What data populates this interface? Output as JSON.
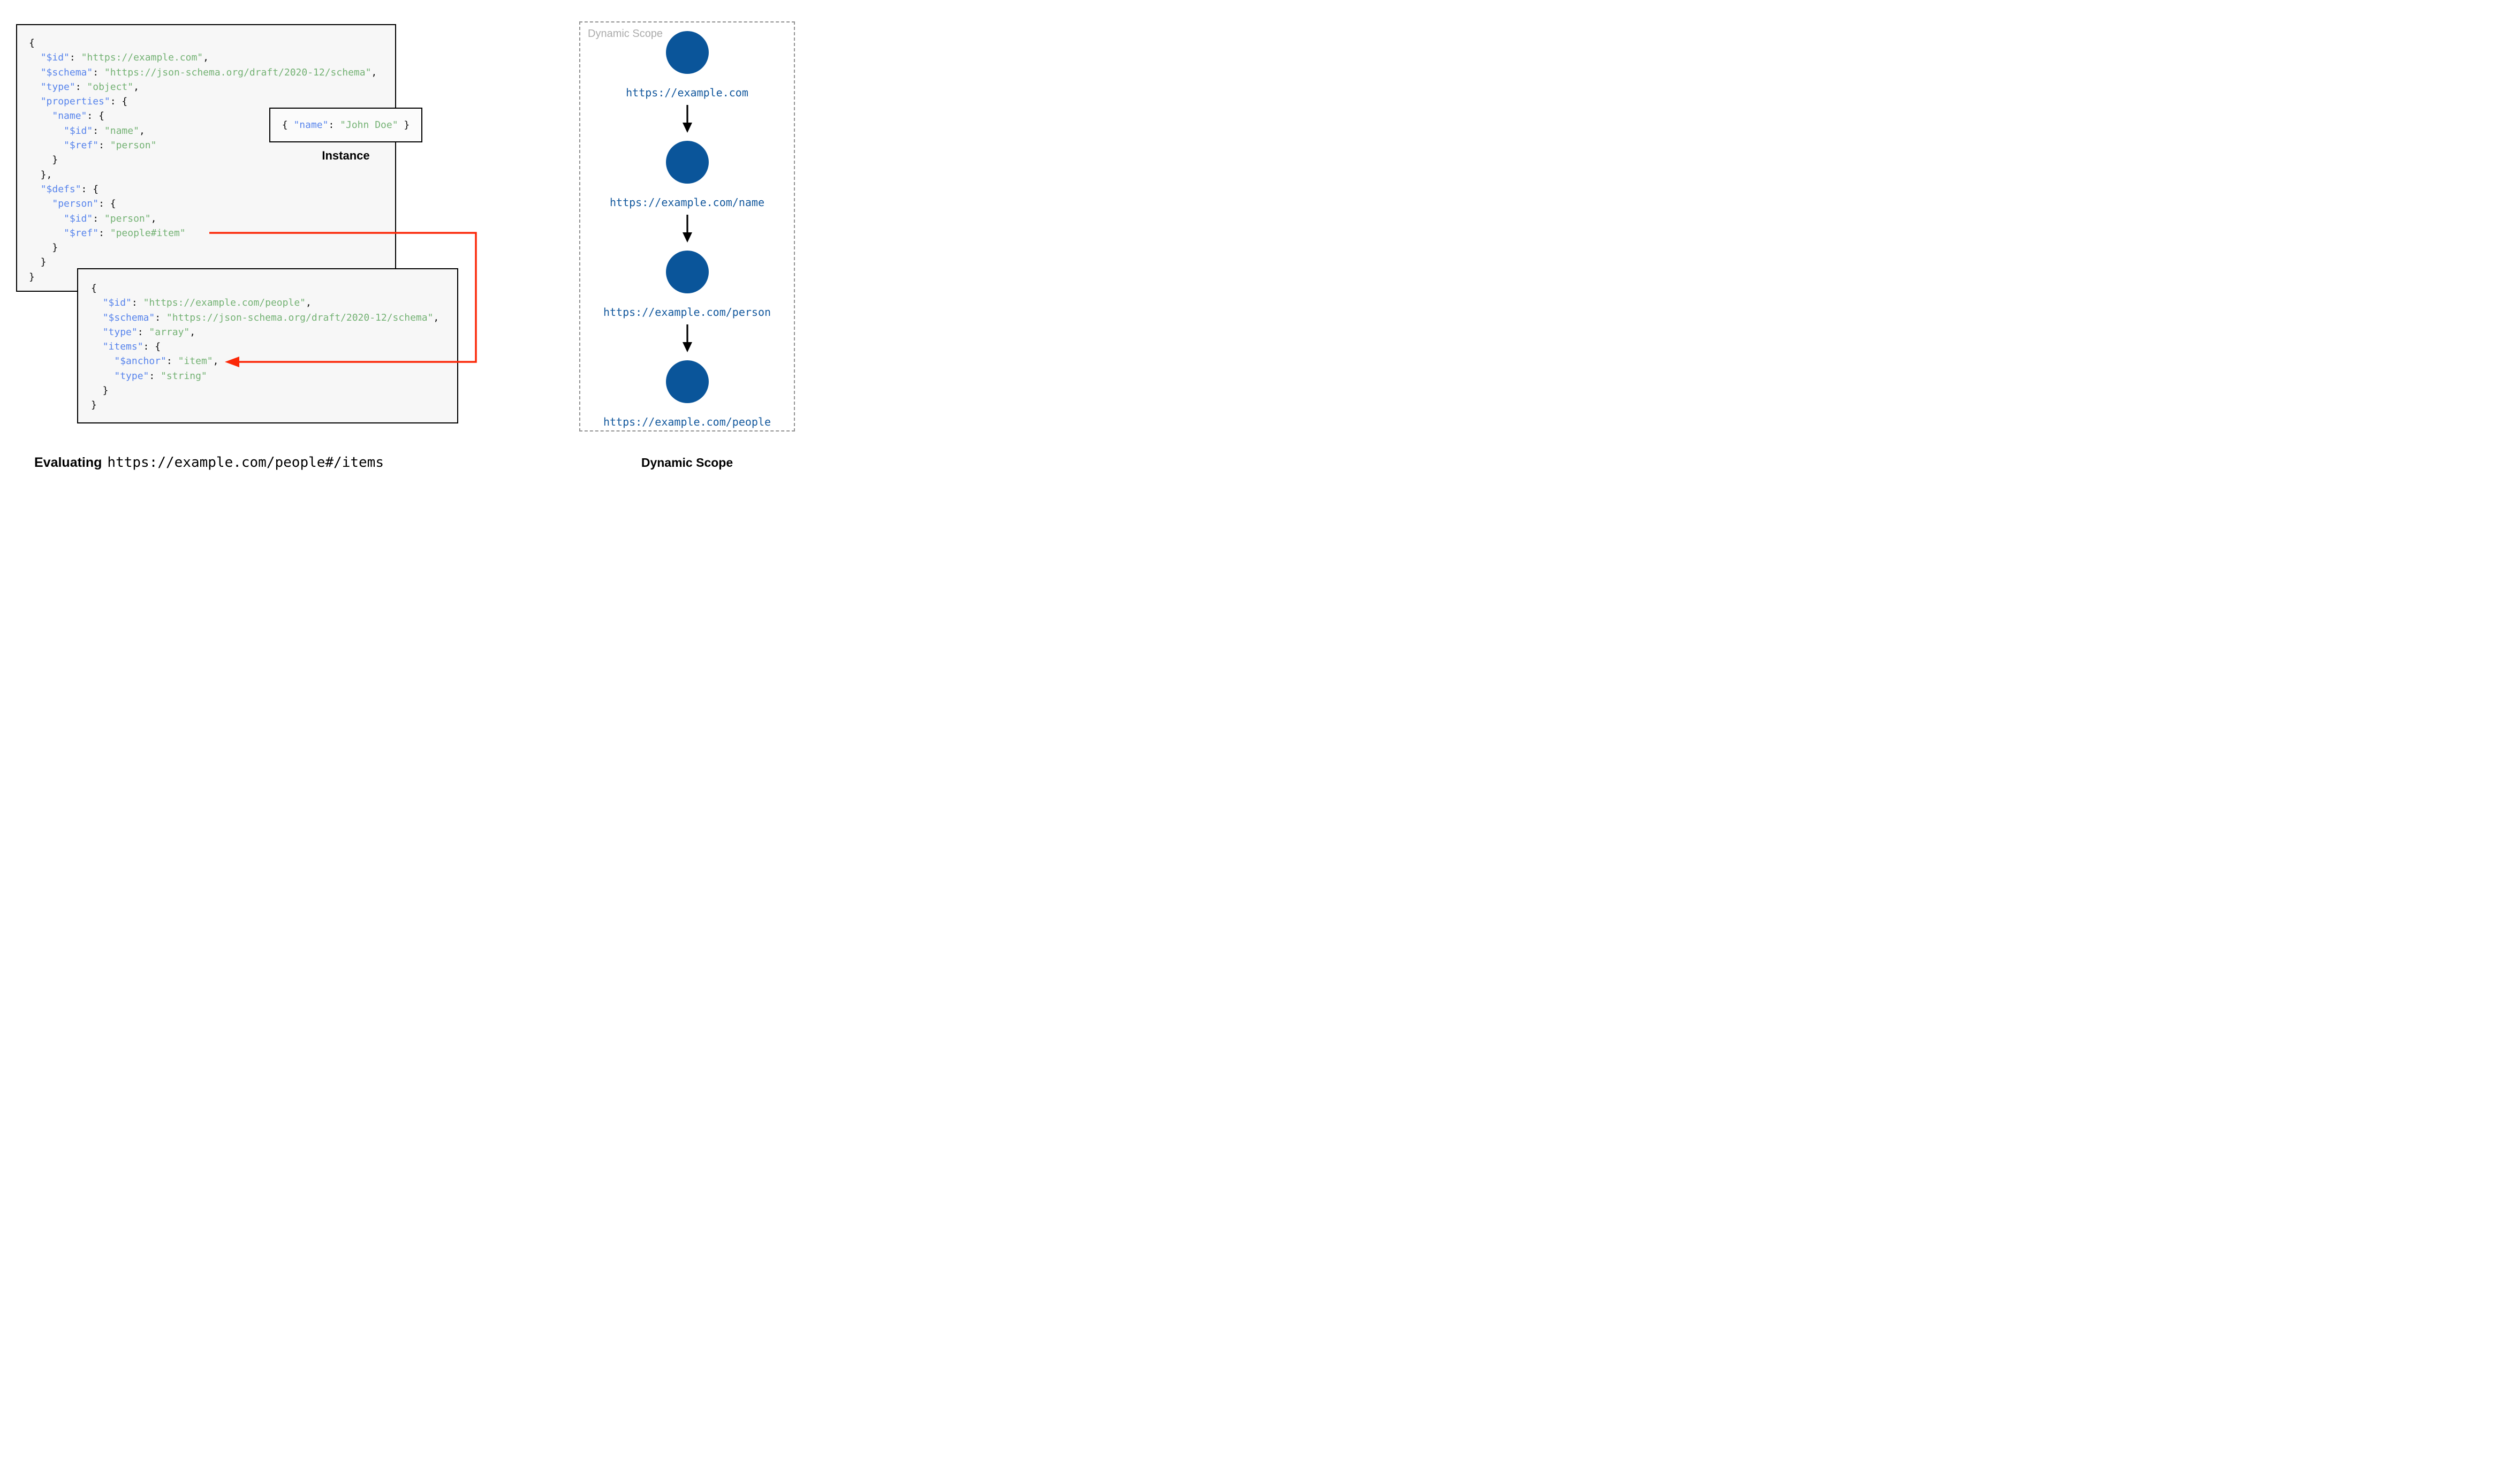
{
  "colors": {
    "key_text": "#5784EC",
    "string_text": "#74B274",
    "punct_text": "#0b0b0b",
    "panel_bg": "#F7F7F7",
    "panel_light_bg": "#FBFBFB",
    "panel_border": "#000000",
    "red_arrow": "#FB2808",
    "circle_fill": "#0A559A",
    "url_text": "#13589D",
    "dashed_border": "#909090",
    "scope_label_text": "#ABABAB"
  },
  "schema_root": {
    "lines": [
      [
        [
          "p",
          "{"
        ]
      ],
      [
        [
          "p",
          "  "
        ],
        [
          "k",
          "\"$id\""
        ],
        [
          "p",
          ": "
        ],
        [
          "s",
          "\"https://example.com\""
        ],
        [
          "p",
          ","
        ]
      ],
      [
        [
          "p",
          "  "
        ],
        [
          "k",
          "\"$schema\""
        ],
        [
          "p",
          ": "
        ],
        [
          "s",
          "\"https://json-schema.org/draft/2020-12/schema\""
        ],
        [
          "p",
          ","
        ]
      ],
      [
        [
          "p",
          "  "
        ],
        [
          "k",
          "\"type\""
        ],
        [
          "p",
          ": "
        ],
        [
          "s",
          "\"object\""
        ],
        [
          "p",
          ","
        ]
      ],
      [
        [
          "p",
          "  "
        ],
        [
          "k",
          "\"properties\""
        ],
        [
          "p",
          ": {"
        ]
      ],
      [
        [
          "p",
          "    "
        ],
        [
          "k",
          "\"name\""
        ],
        [
          "p",
          ": {"
        ]
      ],
      [
        [
          "p",
          "      "
        ],
        [
          "k",
          "\"$id\""
        ],
        [
          "p",
          ": "
        ],
        [
          "s",
          "\"name\""
        ],
        [
          "p",
          ","
        ]
      ],
      [
        [
          "p",
          "      "
        ],
        [
          "k",
          "\"$ref\""
        ],
        [
          "p",
          ": "
        ],
        [
          "s",
          "\"person\""
        ]
      ],
      [
        [
          "p",
          "    }"
        ]
      ],
      [
        [
          "p",
          "  },"
        ]
      ],
      [
        [
          "p",
          "  "
        ],
        [
          "k",
          "\"$defs\""
        ],
        [
          "p",
          ": {"
        ]
      ],
      [
        [
          "p",
          "    "
        ],
        [
          "k",
          "\"person\""
        ],
        [
          "p",
          ": {"
        ]
      ],
      [
        [
          "p",
          "      "
        ],
        [
          "k",
          "\"$id\""
        ],
        [
          "p",
          ": "
        ],
        [
          "s",
          "\"person\""
        ],
        [
          "p",
          ","
        ]
      ],
      [
        [
          "p",
          "      "
        ],
        [
          "k",
          "\"$ref\""
        ],
        [
          "p",
          ": "
        ],
        [
          "s",
          "\"people#item\""
        ]
      ],
      [
        [
          "p",
          "    }"
        ]
      ],
      [
        [
          "p",
          "  }"
        ]
      ],
      [
        [
          "p",
          "}"
        ]
      ]
    ]
  },
  "schema_people": {
    "lines": [
      [
        [
          "p",
          "{"
        ]
      ],
      [
        [
          "p",
          "  "
        ],
        [
          "k",
          "\"$id\""
        ],
        [
          "p",
          ": "
        ],
        [
          "s",
          "\"https://example.com/people\""
        ],
        [
          "p",
          ","
        ]
      ],
      [
        [
          "p",
          "  "
        ],
        [
          "k",
          "\"$schema\""
        ],
        [
          "p",
          ": "
        ],
        [
          "s",
          "\"https://json-schema.org/draft/2020-12/schema\""
        ],
        [
          "p",
          ","
        ]
      ],
      [
        [
          "p",
          "  "
        ],
        [
          "k",
          "\"type\""
        ],
        [
          "p",
          ": "
        ],
        [
          "s",
          "\"array\""
        ],
        [
          "p",
          ","
        ]
      ],
      [
        [
          "p",
          "  "
        ],
        [
          "k",
          "\"items\""
        ],
        [
          "p",
          ": {"
        ]
      ],
      [
        [
          "p",
          "    "
        ],
        [
          "k",
          "\"$anchor\""
        ],
        [
          "p",
          ": "
        ],
        [
          "s",
          "\"item\""
        ],
        [
          "p",
          ","
        ]
      ],
      [
        [
          "p",
          "    "
        ],
        [
          "k",
          "\"type\""
        ],
        [
          "p",
          ": "
        ],
        [
          "s",
          "\"string\""
        ]
      ],
      [
        [
          "p",
          "  }"
        ]
      ],
      [
        [
          "p",
          "}"
        ]
      ]
    ]
  },
  "instance": {
    "tokens": [
      [
        "p",
        "{ "
      ],
      [
        "k",
        "\"name\""
      ],
      [
        "p",
        ": "
      ],
      [
        "s",
        "\"John Doe\""
      ],
      [
        "p",
        " }"
      ]
    ],
    "label": "Instance"
  },
  "dynamic_scope": {
    "box_label": "Dynamic Scope",
    "caption": "Dynamic Scope",
    "nodes": [
      {
        "uri": "https://example.com"
      },
      {
        "uri": "https://example.com/name"
      },
      {
        "uri": "https://example.com/person"
      },
      {
        "uri": "https://example.com/people"
      }
    ]
  },
  "caption": {
    "prefix": "Evaluating",
    "uri": "https://example.com/people#/items"
  }
}
